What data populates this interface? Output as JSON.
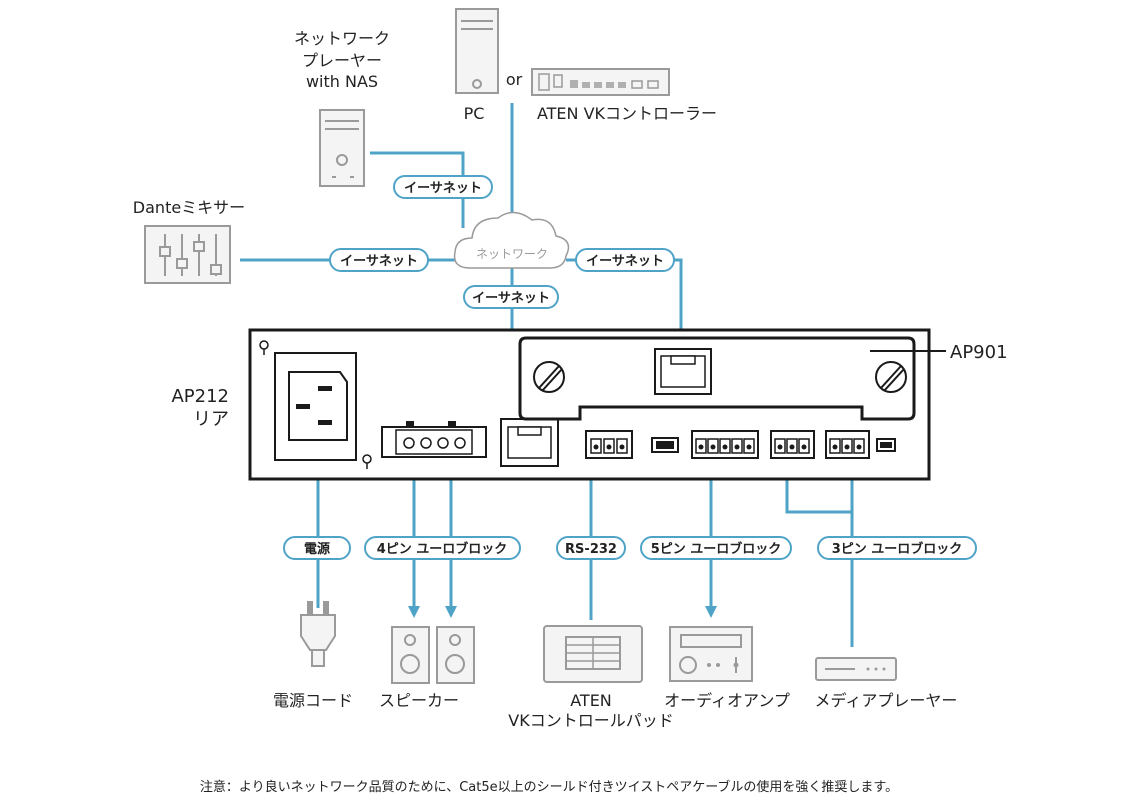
{
  "labels": {
    "nas_line1": "ネットワーク",
    "nas_line2": "プレーヤー",
    "nas_line3": "with NAS",
    "pc": "PC",
    "or": "or",
    "vk_controller": "ATEN VKコントローラー",
    "dante": "Danteミキサー",
    "network_cloud": "ネットワーク",
    "ap901": "AP901",
    "ap212_line1": "AP212",
    "ap212_line2": "リア",
    "power_cord": "電源コード",
    "speaker": "スピーカー",
    "vk_pad_line1": "ATEN",
    "vk_pad_line2": "VKコントロールパッド",
    "audio_amp": "オーディオアンプ",
    "media_player": "メディアプレーヤー"
  },
  "pills": {
    "ethernet": "イーサネット",
    "power": "電源",
    "euro4": "4ピン ユーロブロック",
    "rs232": "RS-232",
    "euro5": "5ピン ユーロブロック",
    "euro3": "3ピン ユーロブロック"
  },
  "footnote": "注意：より良いネットワーク品質のために、Cat5e以上のシールド付きツイストペアケーブルの使用を強く推奨します。",
  "colors": {
    "cable": "#4ea3c7",
    "device_outline": "#9a9a9a",
    "device_fill": "#f4f4f4",
    "panel": "#1a1a1a",
    "pill_border": "#4ea3c7"
  }
}
